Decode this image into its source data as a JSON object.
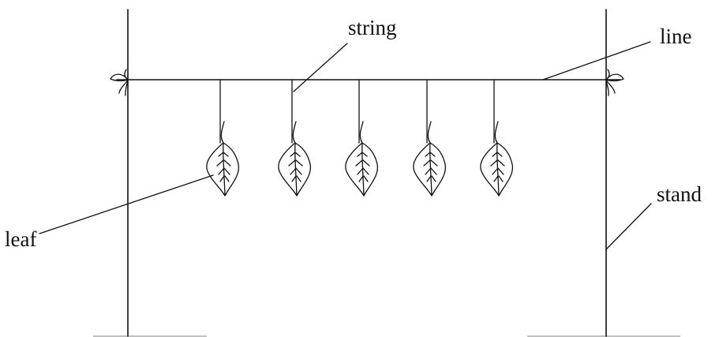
{
  "labels": {
    "string": "string",
    "line": "line",
    "leaf": "leaf",
    "stand": "stand"
  },
  "leaves": {
    "count": 5
  },
  "colors": {
    "ink": "#111111",
    "ground": "#9a9a9a",
    "background": "#ffffff"
  }
}
